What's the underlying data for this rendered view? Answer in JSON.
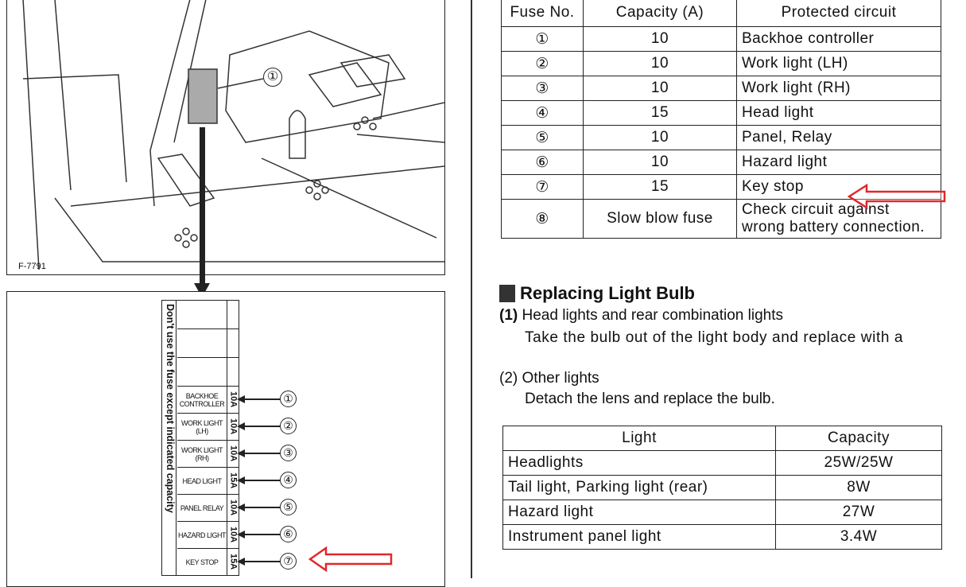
{
  "figure": {
    "label": "F-7791",
    "callout": "①"
  },
  "fuse_box": {
    "side_text": "Don't use the fuse except indicated capacity",
    "slots": [
      {
        "name": "BACKHOE CONTROLLER",
        "amp": "10A",
        "num": "①"
      },
      {
        "name": "WORK LIGHT (LH)",
        "amp": "10A",
        "num": "②"
      },
      {
        "name": "WORK LIGHT (RH)",
        "amp": "10A",
        "num": "③"
      },
      {
        "name": "HEAD LIGHT",
        "amp": "15A",
        "num": "④"
      },
      {
        "name": "PANEL RELAY",
        "amp": "10A",
        "num": "⑤"
      },
      {
        "name": "HAZARD LIGHT",
        "amp": "10A",
        "num": "⑥"
      },
      {
        "name": "KEY STOP",
        "amp": "15A",
        "num": "⑦"
      }
    ]
  },
  "fuse_table": {
    "headers": [
      "Fuse No.",
      "Capacity (A)",
      "Protected circuit"
    ],
    "rows": [
      [
        "①",
        "10",
        "Backhoe controller"
      ],
      [
        "②",
        "10",
        "Work light (LH)"
      ],
      [
        "③",
        "10",
        "Work light (RH)"
      ],
      [
        "④",
        "15",
        "Head light"
      ],
      [
        "⑤",
        "10",
        "Panel, Relay"
      ],
      [
        "⑥",
        "10",
        "Hazard light"
      ],
      [
        "⑦",
        "15",
        "Key stop"
      ],
      [
        "⑧",
        "Slow blow fuse",
        "Check circuit against wrong battery connection."
      ]
    ]
  },
  "section": {
    "title": "Replacing Light Bulb",
    "items": [
      {
        "num": "(1)",
        "title": "Head lights and rear combination lights",
        "body": "Take the bulb out of the light body and replace with a"
      },
      {
        "num": "(2)",
        "title": "Other lights",
        "body": "Detach the lens and replace the bulb."
      }
    ]
  },
  "bulb_table": {
    "headers": [
      "Light",
      "Capacity"
    ],
    "rows": [
      [
        "Headlights",
        "25W/25W"
      ],
      [
        "Tail light, Parking light (rear)",
        "8W"
      ],
      [
        "Hazard light",
        "27W"
      ],
      [
        "Instrument panel light",
        "3.4W"
      ]
    ]
  },
  "colors": {
    "highlight_arrow": "#e0282c"
  }
}
